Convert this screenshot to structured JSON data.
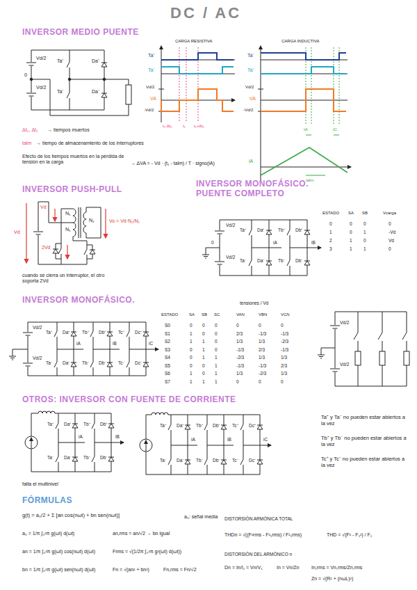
{
  "diagram": {
    "title": "DC / AC",
    "labels": [
      "INVERSOR MEDIO PUENTE",
      "Vd/2",
      "Vd/2",
      "0",
      "Ta⁺",
      "Da⁺",
      "Ta⁻",
      "Da⁻",
      "CARGA RESISTIVA",
      "Ta⁺",
      "Ta⁻",
      "Vd/2",
      "VA",
      "-Vd/2",
      "t₁-Δt₀",
      "t₁",
      "t₁+Δt₁",
      "CARGA INDUCTIVA",
      "Ta⁻",
      "Ta⁺",
      "Vd/2",
      "VA",
      "-Vd/2",
      "tA",
      "tC",
      "iA",
      "talm",
      "Δt₀, Δt₁",
      "→ tiempos muertos",
      "talm",
      "→ tiempo de almacenamiento de los interruptores",
      "Efecto de los tiempos muertos en la pérdida de tensión en la carga",
      "→ ΔVA = - Vd · (t₁ - talm) / T · signo(iA)",
      "INVERSOR PUSH-PULL",
      "Vd",
      "N₁",
      "N₂",
      "N₁",
      "Vo = Vd·N₂/N₁",
      "Vd",
      "2Vd",
      "cuando se cierra un interruptor, el otro soporta 2Vd",
      "INVERSOR MONOFÁSICO. PUENTE COMPLETO",
      "Vd/2",
      "Vd/2",
      "0",
      "Ta⁺",
      "Da⁺",
      "Tb⁺",
      "Db⁺",
      "iA",
      "iB",
      "Ta⁻",
      "Da⁻",
      "Tb⁻",
      "Db⁻",
      "ESTADO",
      "SA",
      "SB",
      "Vcarga",
      "0",
      "0",
      "0",
      "0",
      "1",
      "0",
      "1",
      "-Vd",
      "2",
      "1",
      "0",
      "Vd",
      "3",
      "1",
      "1",
      "0",
      "INVERSOR MONOFÁSICO.",
      "Vd/2",
      "Vd/2",
      "Ta⁺",
      "Da⁺",
      "Tb⁺",
      "Db⁺",
      "Tc⁺",
      "Dc⁺",
      "iA",
      "iB",
      "iC",
      "Ta⁻",
      "Da⁻",
      "Tb⁻",
      "Db⁻",
      "Tc⁻",
      "Dc⁻",
      "tensiones / Vd",
      "ESTADO",
      "SA",
      "SB",
      "SC",
      "VAN",
      "VBN",
      "VCN",
      "S0",
      "0",
      "0",
      "0",
      "0",
      "0",
      "0",
      "S1",
      "1",
      "0",
      "0",
      "2/3",
      "-1/3",
      "-1/3",
      "S2",
      "1",
      "1",
      "0",
      "1/3",
      "1/3",
      "-2/3",
      "S3",
      "0",
      "1",
      "0",
      "-1/3",
      "2/3",
      "-1/3",
      "S4",
      "0",
      "1",
      "1",
      "-2/3",
      "1/3",
      "1/3",
      "S5",
      "0",
      "0",
      "1",
      "-1/3",
      "-1/3",
      "2/3",
      "S6",
      "1",
      "0",
      "1",
      "1/3",
      "-2/3",
      "1/3",
      "S7",
      "1",
      "1",
      "1",
      "0",
      "0",
      "0",
      "Vd/2",
      "Vd/2",
      "OTROS: INVERSOR CON FUENTE DE CORRIENTE",
      "Ta⁺",
      "Da⁺",
      "Tb⁺",
      "Db⁺",
      "iA",
      "iB",
      "Ta⁻",
      "Da⁻",
      "Tb⁻",
      "Db⁻",
      "Ta⁺",
      "Da⁺",
      "Tb⁺",
      "Db⁺",
      "Tc⁺",
      "Dc⁺",
      "iA",
      "iB",
      "iC",
      "Ta⁻",
      "Da⁻",
      "Tb⁻",
      "Db⁻",
      "Tc⁻",
      "Dc⁻",
      "Ta⁺ y Ta⁻ no pueden estar abiertos a la vez",
      "Tb⁺ y Tb⁻ no pueden estar abiertos a la vez",
      "Tc⁺ y Tc⁻ no pueden estar abiertos a la vez",
      "falta el multinivel",
      "FÓRMULAS",
      "g(t) = a₀/2 + Σ [an cos(nωt) + bn sen(nωt)]",
      "a₀: señal media",
      "a₀ = 1/π ∫₀²π g(ωt) d(ωt)",
      "an = 1/π ∫₀²π g(ωt) cos(nωt) d(ωt)",
      "bn = 1/π ∫₀²π g(ωt) sen(nωt) d(ωt)",
      "an,rms = an/√2 → bn igual",
      "Frms = √(1/2π ∫₀²π g²(ωt) d(ωt))",
      "Fn = √(an² + bn²)",
      "Fn,rms = Fn/√2",
      "DISTORSIÓN ARMÓNICA TOTAL",
      "THDn = √((F²rms - F²₁rms) / F²₁rms)",
      "THD = √(F² - F₁²) / F₁",
      "DISTORSIÓN DEL ARMÓNICO n",
      "Dn = In/I₁ = Vn/V₁",
      "In = Vn/Zn",
      "In,rms = Vn,rms/Zn,rms",
      "Zn = √(R² + (nωL)²)"
    ]
  }
}
